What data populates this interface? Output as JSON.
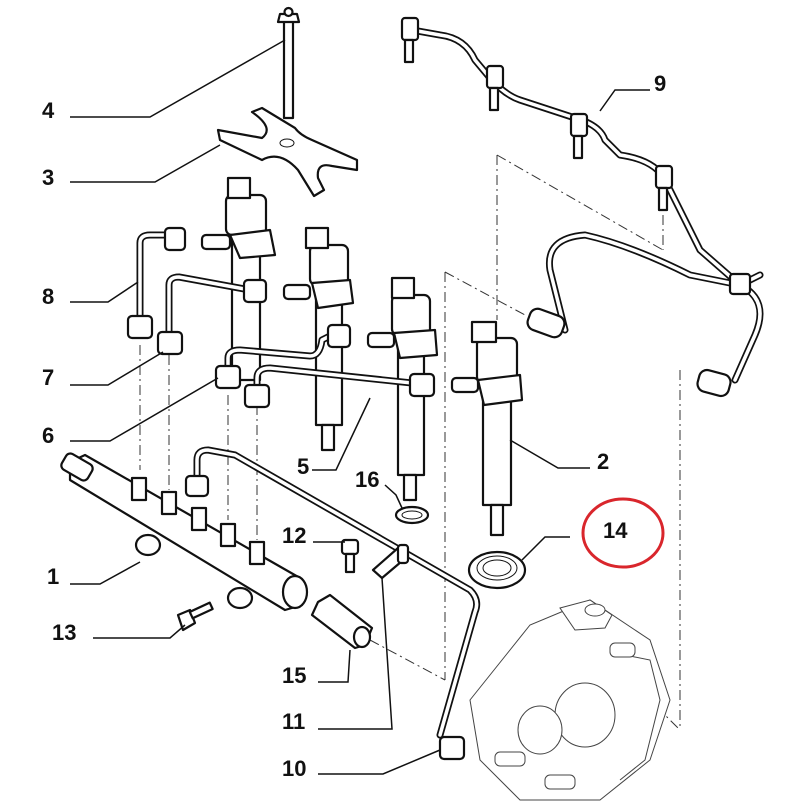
{
  "diagram": {
    "title": "Fuel injection system exploded parts diagram",
    "highlight_color": "#d9262c",
    "highlighted_callout": "14",
    "callouts": [
      {
        "id": "1",
        "label": "1",
        "part": "fuel-rail"
      },
      {
        "id": "2",
        "label": "2",
        "part": "injector"
      },
      {
        "id": "3",
        "label": "3",
        "part": "injector-clamp"
      },
      {
        "id": "4",
        "label": "4",
        "part": "clamp-bolt"
      },
      {
        "id": "5",
        "label": "5",
        "part": "injector-pipe"
      },
      {
        "id": "6",
        "label": "6",
        "part": "injector-pipe"
      },
      {
        "id": "7",
        "label": "7",
        "part": "injector-pipe"
      },
      {
        "id": "8",
        "label": "8",
        "part": "injector-pipe"
      },
      {
        "id": "9",
        "label": "9",
        "part": "fuel-return-hose"
      },
      {
        "id": "10",
        "label": "10",
        "part": "pump-to-rail-pipe"
      },
      {
        "id": "11",
        "label": "11",
        "part": "pipe-bracket"
      },
      {
        "id": "12",
        "label": "12",
        "part": "bracket-bolt"
      },
      {
        "id": "13",
        "label": "13",
        "part": "rail-bolt"
      },
      {
        "id": "14",
        "label": "14",
        "part": "injector-seal-washer"
      },
      {
        "id": "15",
        "label": "15",
        "part": "pressure-sensor"
      },
      {
        "id": "16",
        "label": "16",
        "part": "o-ring"
      }
    ]
  }
}
